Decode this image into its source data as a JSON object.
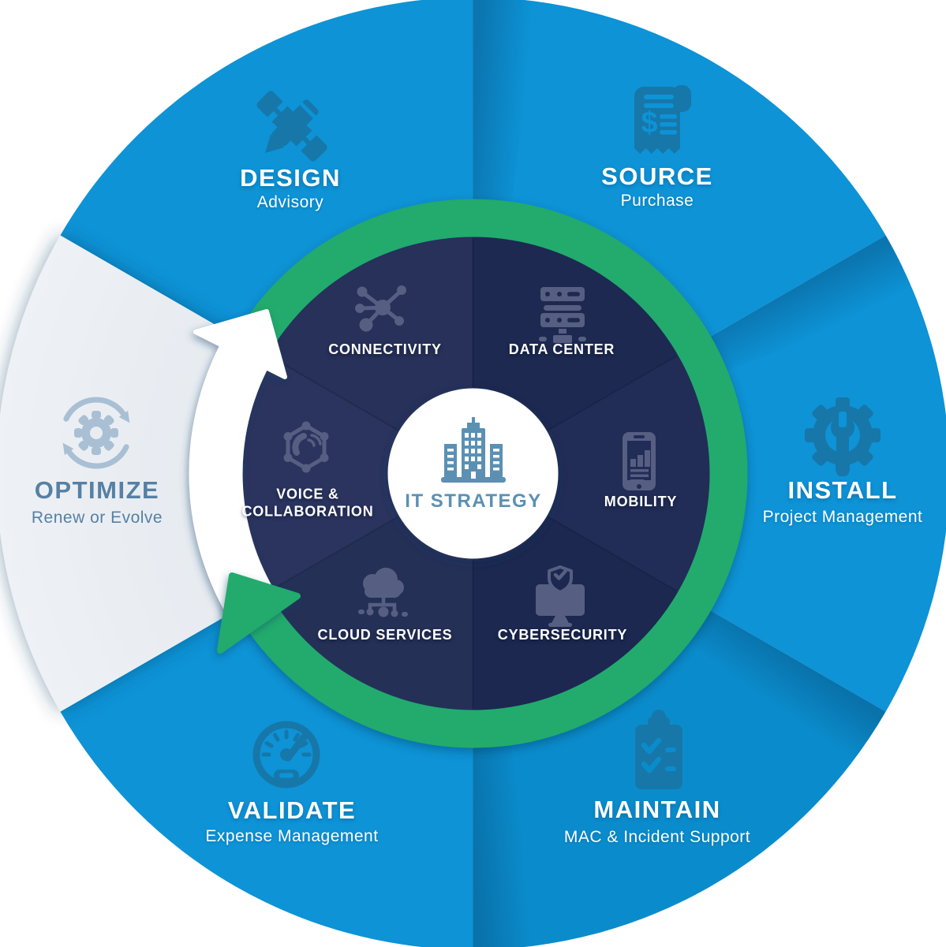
{
  "diagram": {
    "center": {
      "title": "IT STRATEGY",
      "icon": "buildings-icon"
    },
    "outer_segments": [
      {
        "id": "design",
        "title": "DESIGN",
        "subtitle": "Advisory",
        "icon": "pencil-ruler-icon"
      },
      {
        "id": "source",
        "title": "SOURCE",
        "subtitle": "Purchase",
        "icon": "receipt-icon"
      },
      {
        "id": "install",
        "title": "INSTALL",
        "subtitle": "Project Management",
        "icon": "gear-wrench-icon"
      },
      {
        "id": "maintain",
        "title": "MAINTAIN",
        "subtitle": "MAC & Incident Support",
        "icon": "clipboard-checklist-icon"
      },
      {
        "id": "validate",
        "title": "VALIDATE",
        "subtitle": "Expense Management",
        "icon": "speedometer-icon"
      },
      {
        "id": "optimize",
        "title": "OPTIMIZE",
        "subtitle": "Renew or Evolve",
        "icon": "refresh-gear-icon"
      }
    ],
    "inner_segments": [
      {
        "id": "connectivity",
        "label": "CONNECTIVITY",
        "icon": "network-icon"
      },
      {
        "id": "data-center",
        "label": "DATA CENTER",
        "icon": "server-icon"
      },
      {
        "id": "mobility",
        "label": "MOBILITY",
        "icon": "smartphone-icon"
      },
      {
        "id": "cybersecurity",
        "label": "CYBERSECURITY",
        "icon": "shield-monitor-icon"
      },
      {
        "id": "cloud-services",
        "label": "CLOUD SERVICES",
        "icon": "cloud-network-icon"
      },
      {
        "id": "voice-collaboration",
        "label": "VOICE & COLLABORATION",
        "icon": "phone-hexagon-icon"
      }
    ],
    "icons": {
      "dollar_glyph": "$"
    },
    "colors": {
      "segment_blue": "#0D93D6",
      "segment_blue_dark": "#0A8CCC",
      "optimize_gray": "#E9EDF2",
      "green": "#23AB6C",
      "navy_dark": "#1D2950",
      "navy_light": "#273159",
      "inner_wedge_colors": {
        "connectivity": "#273159",
        "data_center": "#1D2950",
        "mobility": "#212D56",
        "cybersecurity": "#1C284F",
        "cloud_services": "#253057",
        "voice_collaboration": "#2A345E"
      },
      "outer_icon_blue": "#1777A9",
      "inner_icon_slate": "#565E82",
      "steel_blue": "#5B90B3",
      "optimize_text": "#5680A5",
      "optimize_icon": "#A9BFD4",
      "white_arrow": "#FFFFFF"
    }
  }
}
